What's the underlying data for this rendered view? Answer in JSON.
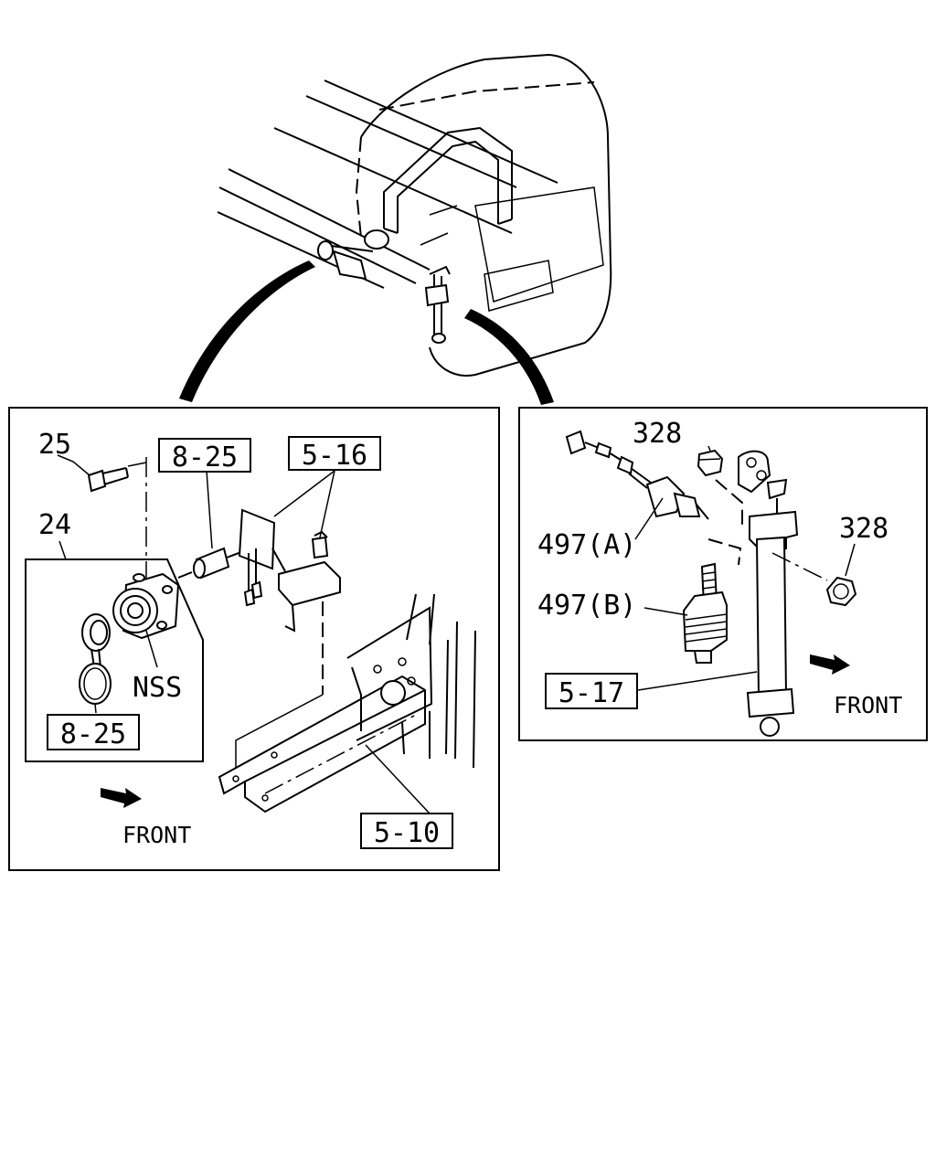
{
  "left_panel": {
    "callouts": {
      "c25": "25",
      "c24": "24",
      "c825_top": "8-25",
      "c516": "5-16",
      "nss": "NSS",
      "c825_bottom": "8-25",
      "c510": "5-10"
    },
    "front_label": "FRONT"
  },
  "right_panel": {
    "callouts": {
      "c328_top": "328",
      "c328_right": "328",
      "c497a": "497(A)",
      "c497b": "497(B)",
      "c517": "5-17"
    },
    "front_label": "FRONT"
  }
}
